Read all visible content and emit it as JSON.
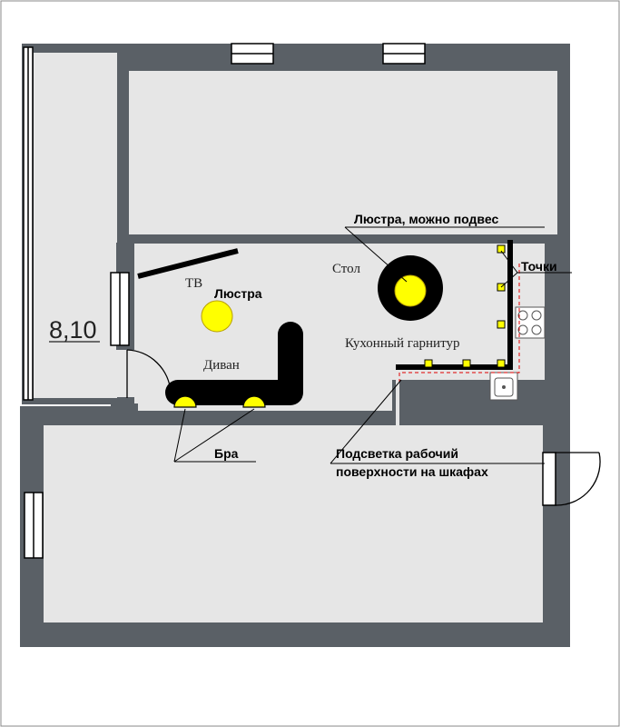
{
  "plan": {
    "area_value": "8,10",
    "colors": {
      "wall": "#5a6066",
      "room_fill": "#e6e6e6",
      "lamp": "#ffff00",
      "lamp_outline": "#b8a000",
      "furniture": "#000000",
      "guide_line": "#e00000",
      "leader": "#000000"
    },
    "labels": {
      "chandelier_pendant": "Люстра, можно подвес",
      "spots": "Точки",
      "tv": "ТВ",
      "chandelier": "Люстра",
      "table": "Стол",
      "kitchen_set": "Кухонный гарнитур",
      "sofa": "Диван",
      "sconces": "Бра",
      "worktop_light_line1": "Подсветка рабочий",
      "worktop_light_line2": "поверхности на шкафах"
    }
  }
}
